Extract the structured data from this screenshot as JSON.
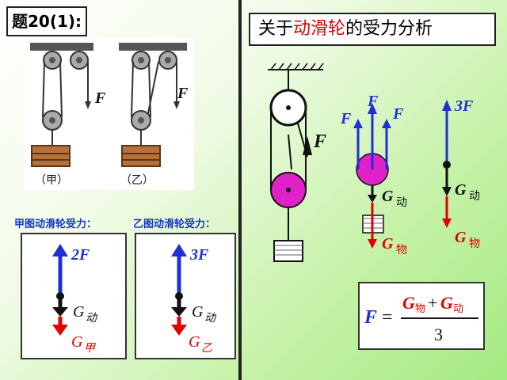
{
  "header": {
    "problem_label": "题20(1):",
    "title_prefix": "关于",
    "title_highlight": "动滑轮",
    "title_suffix": "的受力分析"
  },
  "left_figure": {
    "force_label_a": "F",
    "force_label_b": "F",
    "label_a": "（甲）",
    "label_b": "（乙）"
  },
  "captions": {
    "a": "甲图动滑轮受力：",
    "b": "乙图动滑轮受力："
  },
  "box_a": {
    "top_force": "2F",
    "g_symbol": "G",
    "g_sub": "动",
    "load_symbol": "G",
    "load_sub": "甲"
  },
  "box_b": {
    "top_force": "3F",
    "g_symbol": "G",
    "g_sub": "动",
    "load_symbol": "G",
    "load_sub": "乙"
  },
  "right_diagram": {
    "pull_force": "F",
    "force_left": "F",
    "force_mid": "F",
    "force_right": "F",
    "g_symbol": "G",
    "g_sub": "动",
    "load_symbol": "G",
    "load_sub": "物"
  },
  "summary": {
    "top_force": "3F",
    "g_symbol": "G",
    "g_sub": "动",
    "load_symbol": "G",
    "load_sub": "物"
  },
  "formula": {
    "lhs": "F",
    "eq": "=",
    "num_g1": "G",
    "num_sub1": "物",
    "plus": "+",
    "num_g2": "G",
    "num_sub2": "动",
    "denominator": "3"
  },
  "colors": {
    "arrow_up": "#1f2fd6",
    "arrow_down": "#e00000",
    "pulley_pink": "#e020c8",
    "title_red": "#e00000",
    "caption_blue": "#1636c4",
    "crate": "#b8703a"
  }
}
